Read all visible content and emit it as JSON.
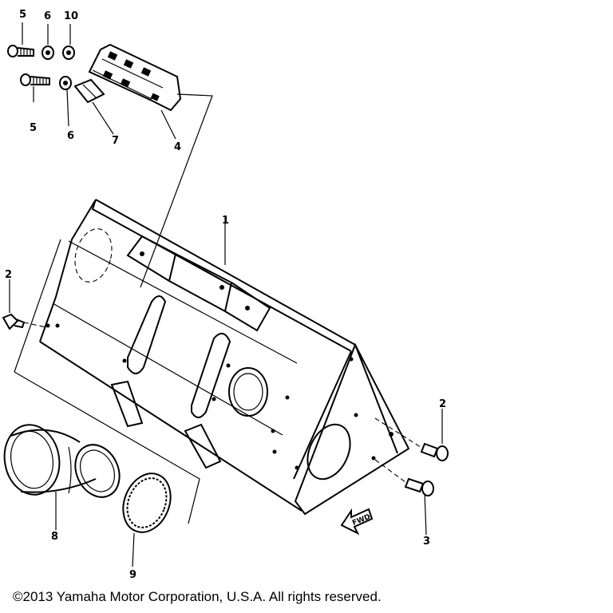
{
  "callouts": {
    "c1": "1",
    "c2a": "2",
    "c2b": "2",
    "c3": "3",
    "c4": "4",
    "c5a": "5",
    "c5b": "5",
    "c6a": "6",
    "c6b": "6",
    "c7": "7",
    "c8": "8",
    "c9": "9",
    "c10": "10"
  },
  "fwd_label": "FWD",
  "copyright": "©2013 Yamaha Motor Corporation, U.S.A. All rights reserved.",
  "colors": {
    "ink": "#000000",
    "background": "#ffffff"
  }
}
